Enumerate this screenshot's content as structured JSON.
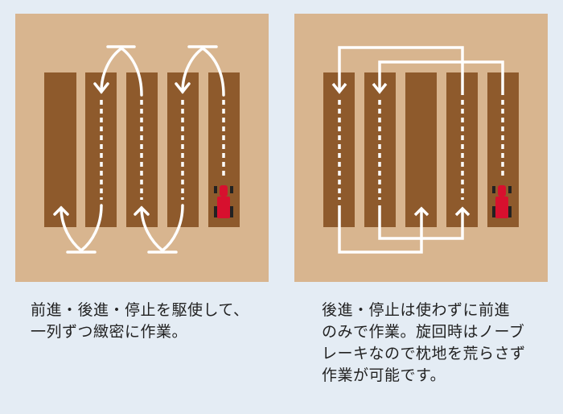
{
  "colors": {
    "background": "#e4ecf4",
    "soil": "#d8b58f",
    "strip": "#8e5a2c",
    "path": "#ffffff",
    "tractor": "#d7102e"
  },
  "left_panel": {
    "icon": "tractor-icon",
    "caption_lines": [
      "前進・後進・停止を駆使して、",
      "一列ずつ緻密に作業。"
    ]
  },
  "right_panel": {
    "icon": "tractor-icon",
    "caption_lines": [
      "後進・停止は使わずに前進",
      "のみで作業。旋回時はノーブ",
      "レーキなので枕地を荒らさず",
      "作業が可能です。"
    ]
  }
}
